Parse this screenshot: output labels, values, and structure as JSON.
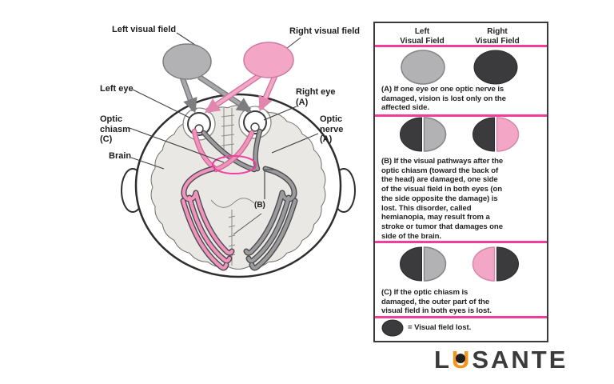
{
  "diagram": {
    "labels": {
      "left_visual_field": "Left visual field",
      "right_visual_field": "Right visual field",
      "left_eye": "Left eye",
      "right_eye": "Right eye\n(A)",
      "optic_chiasm": "Optic\nchiasm\n(C)",
      "optic_nerve": "Optic\nnerve\n(A)",
      "brain": "Brain",
      "b_marker": "(B)"
    },
    "colors": {
      "left_field_gray": "#B2B2B4",
      "right_field_pink": "#F3A6C5",
      "pathway_gray": "#9B9B9D",
      "pathway_pink": "#F193BD",
      "chiasm_highlight_pink": "#F43FA2",
      "brain_fill": "#E9E8E4"
    }
  },
  "panel": {
    "header": {
      "left_col": "Left\nVisual Field",
      "right_col": "Right\nVisual Field"
    },
    "rows": [
      {
        "id": "A",
        "left_ellipse": "all gray (vision intact)",
        "right_ellipse": "all dark (vision lost)",
        "text": "(A) If one eye or one optic nerve is\ndamaged, vision is lost only on the\naffected side."
      },
      {
        "id": "B",
        "left_ellipse": "left half dark, right half gray",
        "right_ellipse": "left half dark, right half pink",
        "text": "(B) If the visual pathways after the\noptic chiasm (toward the back of\nthe head) are damaged, one side\nof the visual field in both eyes (on\nthe side opposite the damage) is\nlost. This disorder, called\nhemianopia, may result from a\nstroke or tumor that damages one\nside of the brain."
      },
      {
        "id": "C",
        "left_ellipse": "left half dark, right half gray",
        "right_ellipse": "left half pink, right half dark",
        "text": "(C) If the optic chiasm is\ndamaged, the outer part of the\nvisual field in both eyes is lost."
      }
    ],
    "legend_text": "= Visual field lost.",
    "divider_color": "#F23E9B",
    "lost_color": "#3B3A3C"
  },
  "logo": {
    "pre": "L",
    "u": "U",
    "post": "SANTE",
    "orange": "#F7941D",
    "dark": "#3B3B3D"
  }
}
